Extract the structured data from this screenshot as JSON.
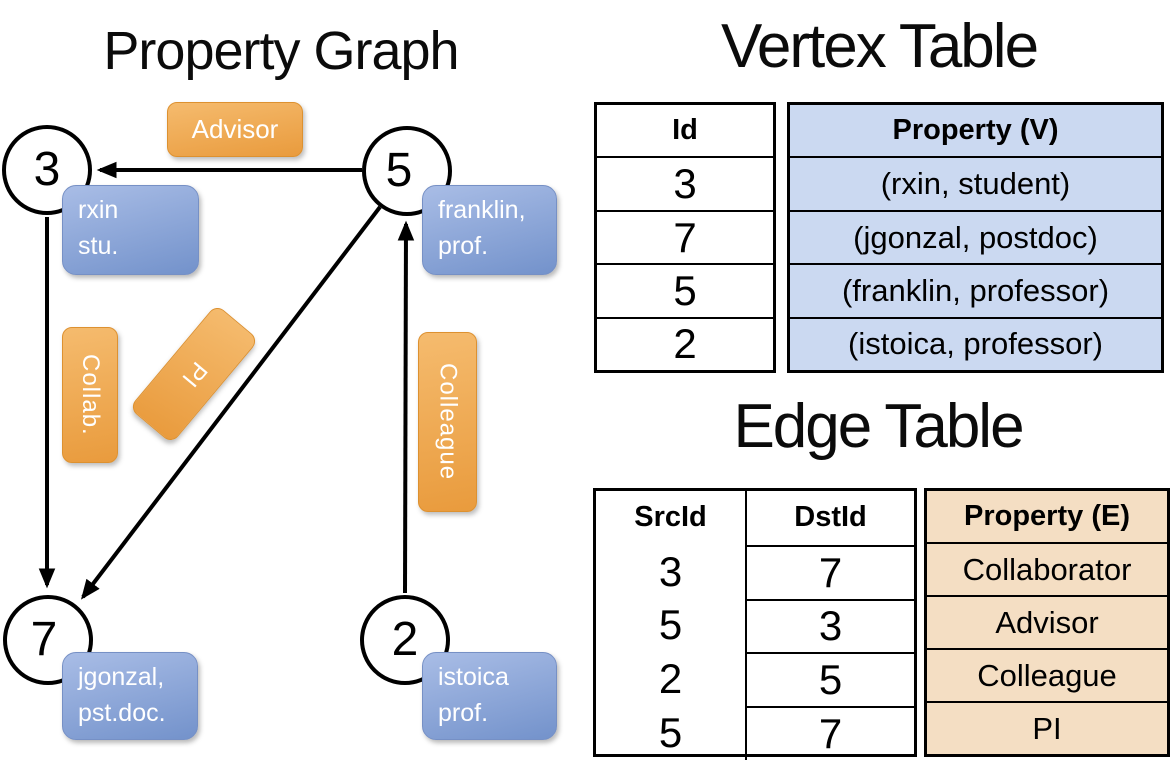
{
  "graph": {
    "title": "Property Graph",
    "vertices": [
      {
        "id": "3",
        "line1": "rxin",
        "line2": "stu."
      },
      {
        "id": "5",
        "line1": "franklin,",
        "line2": "prof."
      },
      {
        "id": "7",
        "line1": "jgonzal,",
        "line2": "pst.doc."
      },
      {
        "id": "2",
        "line1": "istoica",
        "line2": "prof."
      }
    ],
    "edge_labels": {
      "advisor": "Advisor",
      "collab": "Collab.",
      "pi": "PI",
      "colleague": "Colleague"
    }
  },
  "vertex_table": {
    "title": "Vertex Table",
    "columns": {
      "id": "Id",
      "property": "Property (V)"
    },
    "rows": [
      {
        "id": "3",
        "property": "(rxin, student)"
      },
      {
        "id": "7",
        "property": "(jgonzal, postdoc)"
      },
      {
        "id": "5",
        "property": "(franklin, professor)"
      },
      {
        "id": "2",
        "property": "(istoica, professor)"
      }
    ]
  },
  "edge_table": {
    "title": "Edge Table",
    "columns": {
      "src": "SrcId",
      "dst": "DstId",
      "property": "Property (E)"
    },
    "rows": [
      {
        "src": "3",
        "dst": "7",
        "property": "Collaborator"
      },
      {
        "src": "5",
        "dst": "3",
        "property": "Advisor"
      },
      {
        "src": "2",
        "dst": "5",
        "property": "Colleague"
      },
      {
        "src": "5",
        "dst": "7",
        "property": "PI"
      }
    ]
  },
  "colors": {
    "node_fill": "#ffffff",
    "node_border": "#000000",
    "blue_box_top": "#a9bde6",
    "blue_box_bottom": "#7392cb",
    "blue_box_border": "#7690c5",
    "orange_top": "#f5bb6e",
    "orange_bottom": "#e99b3d",
    "orange_border": "#dd9130",
    "vertex_col_fill": "#cbd9f1",
    "edge_col_fill": "#f4dec3",
    "table_border": "#000000",
    "text_light": "#ffffff"
  }
}
